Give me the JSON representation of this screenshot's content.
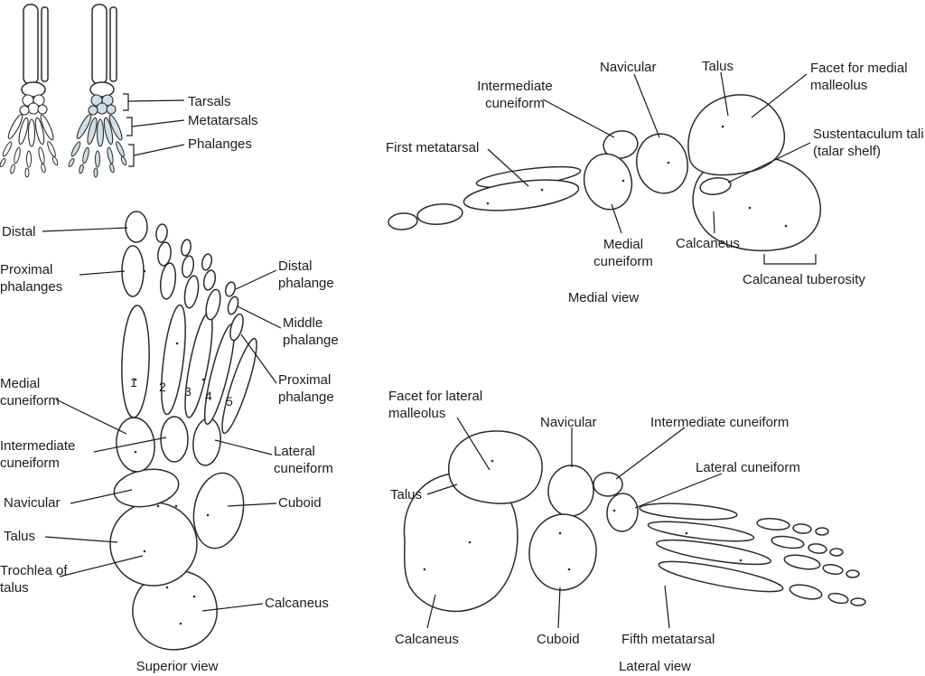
{
  "colors": {
    "line": "#2b2b2b",
    "highlight": "#cfe0ea",
    "background": "#ffffff"
  },
  "inset": {
    "labels": {
      "tarsals": "Tarsals",
      "metatarsals": "Metatarsals",
      "phalanges": "Phalanges"
    }
  },
  "superior": {
    "caption": "Superior view",
    "metatarsal_numbers": [
      "1",
      "2",
      "3",
      "4",
      "5"
    ],
    "labels": {
      "distal": "Distal",
      "proximal_phalanges": "Proximal phalanges",
      "distal_phalange": "Distal phalange",
      "middle_phalange": "Middle phalange",
      "proximal_phalange": "Proximal phalange",
      "medial_cuneiform": "Medial cuneiform",
      "intermediate_cuneiform": "Intermediate cuneiform",
      "navicular": "Navicular",
      "talus": "Talus",
      "trochlea_of_talus": "Trochlea of talus",
      "lateral_cuneiform": "Lateral cuneiform",
      "cuboid": "Cuboid",
      "calcaneus": "Calcaneus"
    }
  },
  "medial": {
    "caption": "Medial view",
    "labels": {
      "intermediate_cuneiform": "Intermediate cuneiform",
      "navicular": "Navicular",
      "talus": "Talus",
      "facet_medial_malleolus": "Facet for medial malleolus",
      "first_metatarsal": "First metatarsal",
      "sustentaculum_tali": "Sustentaculum tali (talar shelf)",
      "medial_cuneiform": "Medial cuneiform",
      "calcaneus": "Calcaneus",
      "calcaneal_tuberosity": "Calcaneal tuberosity"
    }
  },
  "lateral": {
    "caption": "Lateral view",
    "labels": {
      "facet_lateral_malleolus": "Facet for lateral malleolus",
      "navicular": "Navicular",
      "intermediate_cuneiform": "Intermediate cuneiform",
      "lateral_cuneiform": "Lateral cuneiform",
      "talus": "Talus",
      "calcaneus": "Calcaneus",
      "cuboid": "Cuboid",
      "fifth_metatarsal": "Fifth metatarsal"
    }
  }
}
